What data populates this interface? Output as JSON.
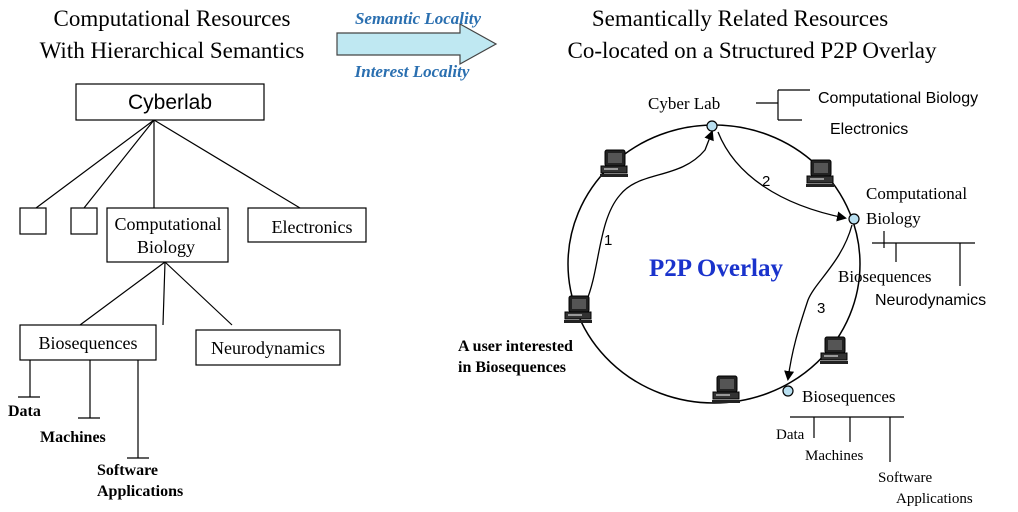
{
  "header": {
    "left_line1": "Computational Resources",
    "left_line2": "With Hierarchical Semantics",
    "arrow_top": "Semantic Locality",
    "arrow_bottom": "Interest Locality",
    "right_line1": "Semantically Related Resources",
    "right_line2": "Co-located on a Structured P2P Overlay"
  },
  "tree": {
    "root": "Cyberlab",
    "compbio_1": "Computational",
    "compbio_2": "Biology",
    "electronics": "Electronics",
    "biosequences": "Biosequences",
    "neurodynamics": "Neurodynamics",
    "data": "Data",
    "machines": "Machines",
    "software_1": "Software",
    "software_2": "Applications"
  },
  "overlay": {
    "title": "P2P Overlay",
    "cyberlab": "Cyber Lab",
    "cyberlab_child1": "Computational Biology",
    "cyberlab_child2": "Electronics",
    "compbio_1": "Computational",
    "compbio_2": "Biology",
    "compbio_child1": "Biosequences",
    "compbio_child2": "Neurodynamics",
    "bioseq": "Biosequences",
    "bioseq_child1": "Data",
    "bioseq_child2": "Machines",
    "bioseq_child3_1": "Software",
    "bioseq_child3_2": "Applications",
    "user_1": "A user interested",
    "user_2": "in Biosequences",
    "step1": "1",
    "step2": "2",
    "step3": "3"
  },
  "colors": {
    "title_blue": "#1a33cc",
    "locality_blue": "#2a6fb0",
    "arrow_fill": "#bfe8f2",
    "node_fill": "#b8dff0"
  }
}
